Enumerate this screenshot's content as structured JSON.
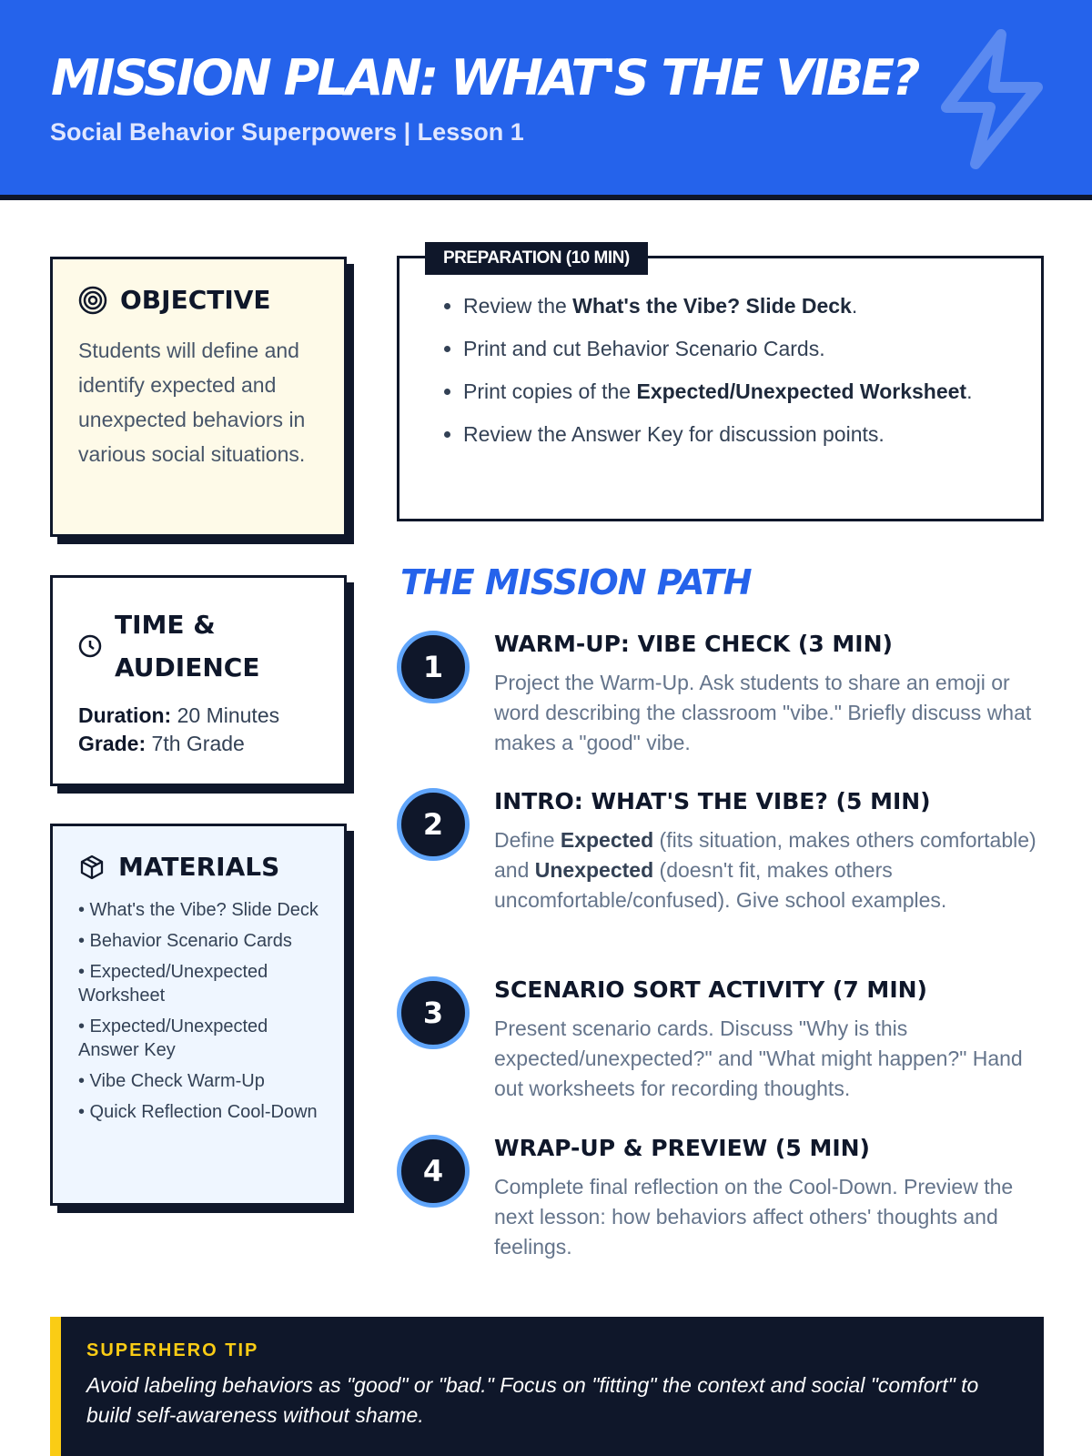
{
  "header": {
    "title": "MISSION PLAN: WHAT'S THE VIBE?",
    "subtitle": "Social Behavior Superpowers | Lesson 1"
  },
  "objective": {
    "heading": "OBJECTIVE",
    "text": "Students will define and identify expected and unexpected behaviors in various social situations."
  },
  "time": {
    "heading": "TIME & AUDIENCE",
    "duration_label": "Duration:",
    "duration": " 20 Minutes",
    "grade_label": "Grade:",
    "grade": " 7th Grade"
  },
  "materials": {
    "heading": "MATERIALS",
    "items": [
      "• What's the Vibe? Slide Deck",
      "• Behavior Scenario Cards",
      "• Expected/Unexpected Worksheet",
      "• Expected/Unexpected Answer Key",
      "• Vibe Check Warm-Up",
      "• Quick Reflection Cool-Down"
    ]
  },
  "preparation": {
    "tag": "PREPARATION (10 MIN)",
    "items": [
      {
        "pre": "Review the ",
        "bold": "What's the Vibe? Slide Deck",
        "post": "."
      },
      {
        "pre": "Print and cut Behavior Scenario Cards.",
        "bold": "",
        "post": ""
      },
      {
        "pre": "Print copies of the ",
        "bold": "Expected/Unexpected Worksheet",
        "post": "."
      },
      {
        "pre": "Review the Answer Key for discussion points.",
        "bold": "",
        "post": ""
      }
    ]
  },
  "path": {
    "title": "THE MISSION PATH",
    "steps": [
      {
        "num": "1",
        "title": "WARM-UP: VIBE CHECK (3 MIN)",
        "text": "Project the Warm-Up. Ask students to share an emoji or word describing the classroom \"vibe.\" Briefly discuss what makes a \"good\" vibe."
      },
      {
        "num": "2",
        "title": "INTRO: WHAT'S THE VIBE? (5 MIN)",
        "t1": "Define ",
        "b1": "Expected",
        "t2": " (fits situation, makes others comfortable) and ",
        "b2": "Unexpected",
        "t3": " (doesn't fit, makes others uncomfortable/confused). Give school examples."
      },
      {
        "num": "3",
        "title": "SCENARIO SORT ACTIVITY (7 MIN)",
        "text": "Present scenario cards. Discuss \"Why is this expected/unexpected?\" and \"What might happen?\" Hand out worksheets for recording thoughts."
      },
      {
        "num": "4",
        "title": "WRAP-UP & PREVIEW (5 MIN)",
        "text": "Complete final reflection on the Cool-Down. Preview the next lesson: how behaviors affect others' thoughts and feelings."
      }
    ]
  },
  "tip": {
    "heading": "SUPERHERO TIP",
    "text": "Avoid labeling behaviors as \"good\" or \"bad.\" Focus on \"fitting\" the context and social \"comfort\" to build self-awareness without shame."
  }
}
